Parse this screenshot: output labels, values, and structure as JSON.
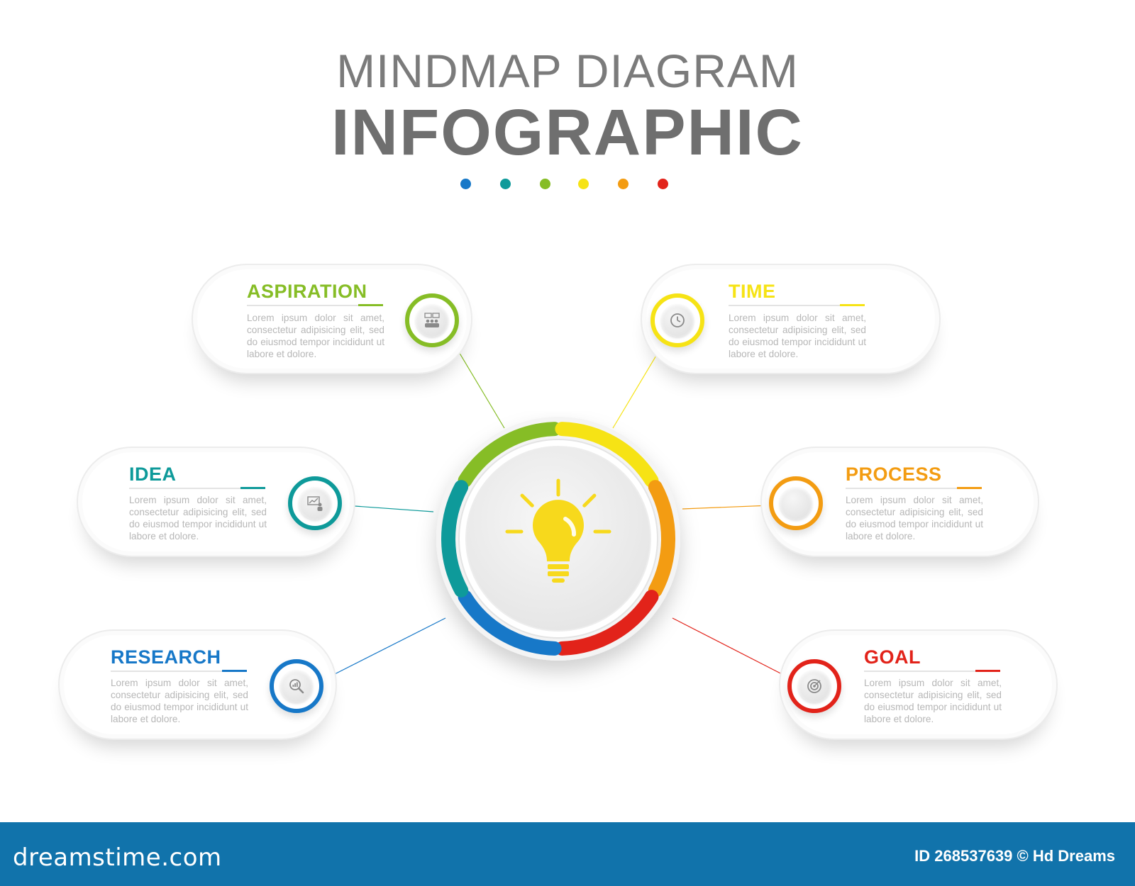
{
  "header": {
    "title_line1": "MINDMAP DIAGRAM",
    "title_line2": "INFOGRAPHIC",
    "dot_colors": [
      "#1778c8",
      "#0e9a9a",
      "#86bd26",
      "#f6e315",
      "#f39c12",
      "#e2231a"
    ]
  },
  "hub": {
    "icon": "lightbulb-icon",
    "bulb_color": "#f7d91c",
    "segments": [
      {
        "name": "aspiration",
        "color": "#86bd26"
      },
      {
        "name": "time",
        "color": "#f6e315"
      },
      {
        "name": "process",
        "color": "#f39c12"
      },
      {
        "name": "goal",
        "color": "#e2231a"
      },
      {
        "name": "research",
        "color": "#1778c8"
      },
      {
        "name": "idea",
        "color": "#0e9a9a"
      }
    ]
  },
  "nodes": {
    "aspiration": {
      "title": "ASPIRATION",
      "text": "Lorem ipsum dolor sit amet, consectetur adipisicing elit, sed do eiusmod tempor incididunt ut labore et dolore.",
      "color": "#86bd26",
      "icon": "team-meeting-icon"
    },
    "time": {
      "title": "TIME",
      "text": "Lorem ipsum dolor sit amet, consectetur adipisicing elit, sed do eiusmod tempor incididunt ut labore et dolore.",
      "color": "#f6e315",
      "icon": "clock-icon"
    },
    "idea": {
      "title": "IDEA",
      "text": "Lorem ipsum dolor sit amet, consectetur adipisicing elit, sed do eiusmod tempor incididunt ut labore et dolore.",
      "color": "#0e9a9a",
      "icon": "presentation-icon"
    },
    "process": {
      "title": "PROCESS",
      "text": "Lorem ipsum dolor sit amet, consectetur adipisicing elit, sed do eiusmod tempor incididunt ut labore et dolore.",
      "color": "#f39c12",
      "icon": "blank-icon"
    },
    "research": {
      "title": "RESEARCH",
      "text": "Lorem ipsum dolor sit amet, consectetur adipisicing elit, sed do eiusmod tempor incididunt ut labore et dolore.",
      "color": "#1778c8",
      "icon": "magnifier-chart-icon"
    },
    "goal": {
      "title": "GOAL",
      "text": "Lorem ipsum dolor sit amet, consectetur adipisicing elit, sed do eiusmod tempor incididunt ut labore et dolore.",
      "color": "#e2231a",
      "icon": "target-icon"
    }
  },
  "footer": {
    "brand": "dreamstime.com",
    "id_text": "ID 268537639 © Hd Dreams",
    "bg_color": "#1173ab"
  }
}
